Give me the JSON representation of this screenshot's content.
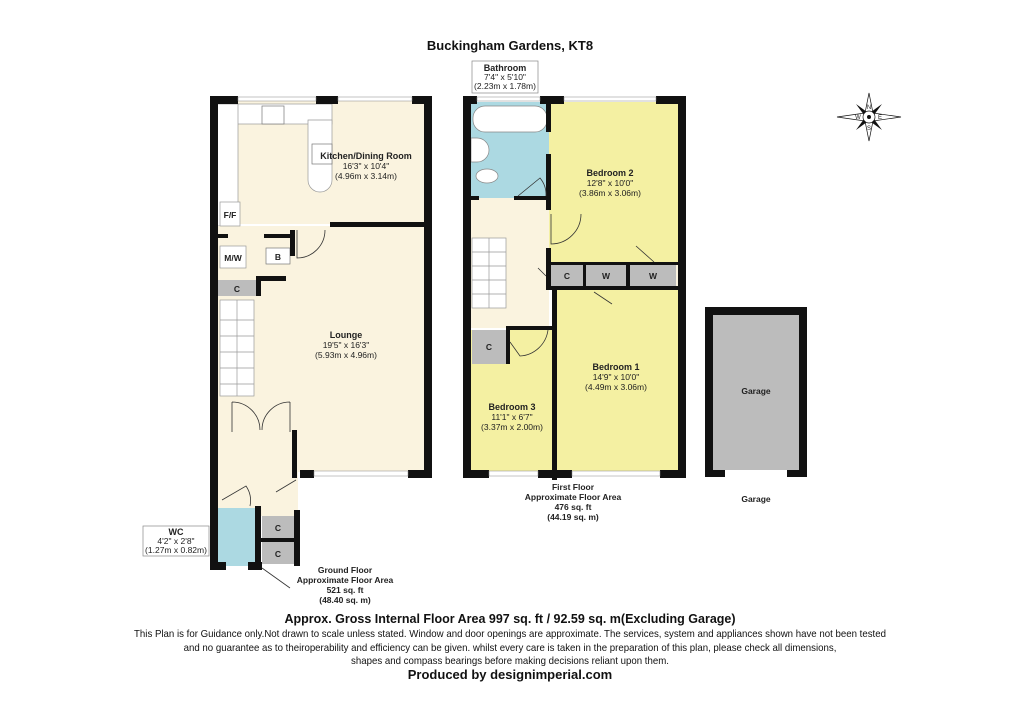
{
  "title": "Buckingham Gardens, KT8",
  "ground_floor": {
    "kitchen": {
      "name": "Kitchen/Dining Room",
      "imperial": "16'3\" x 10'4\"",
      "metric": "(4.96m x 3.14m)"
    },
    "lounge": {
      "name": "Lounge",
      "imperial": "19'5\" x 16'3\"",
      "metric": "(5.93m x 4.96m)"
    },
    "wc": {
      "name": "WC",
      "imperial": "4'2\" x 2'8\"",
      "metric": "(1.27m x 0.82m)"
    },
    "labels": {
      "ff": "F/F",
      "mw": "M/W",
      "b": "B",
      "c": "C"
    },
    "area": {
      "line1": "Ground Floor",
      "line2": "Approximate Floor Area",
      "line3": "521 sq. ft",
      "line4": "(48.40 sq. m)"
    }
  },
  "first_floor": {
    "bathroom": {
      "name": "Bathroom",
      "imperial": "7'4\" x 5'10\"",
      "metric": "(2.23m x 1.78m)"
    },
    "bedroom2": {
      "name": "Bedroom 2",
      "imperial": "12'8\" x 10'0\"",
      "metric": "(3.86m x 3.06m)"
    },
    "bedroom1": {
      "name": "Bedroom 1",
      "imperial": "14'9\" x 10'0\"",
      "metric": "(4.49m x 3.06m)"
    },
    "bedroom3": {
      "name": "Bedroom 3",
      "imperial": "11'1\" x 6'7\"",
      "metric": "(3.37m x 2.00m)"
    },
    "labels": {
      "c": "C",
      "w": "W"
    },
    "area": {
      "line1": "First Floor",
      "line2": "Approximate Floor Area",
      "line3": "476 sq. ft",
      "line4": "(44.19 sq. m)"
    }
  },
  "garage": {
    "name": "Garage",
    "caption": "Garage"
  },
  "compass": {
    "n": "N",
    "s": "S",
    "e": "E",
    "w": "W"
  },
  "footer": {
    "gross": "Approx. Gross Internal Floor Area 997 sq. ft / 92.59 sq. m(Excluding Garage)",
    "disclaimer1": "This Plan is for Guidance only.Not drawn to scale unless stated. Window and door openings are approximate. The services, system and appliances shown have not been tested",
    "disclaimer2": "and no guarantee as to theiroperability and efficiency can be given. whilst every care is taken in the preparation of this plan, please check all dimensions,",
    "disclaimer3": "shapes and compass bearings before making decisions reliant upon them.",
    "produced": "Produced by designimperial.com"
  },
  "colors": {
    "wall": "#111111",
    "cream": "#faf3df",
    "yellow": "#f4f0a2",
    "blue": "#acd9e2",
    "grey": "#bcbcbc"
  }
}
